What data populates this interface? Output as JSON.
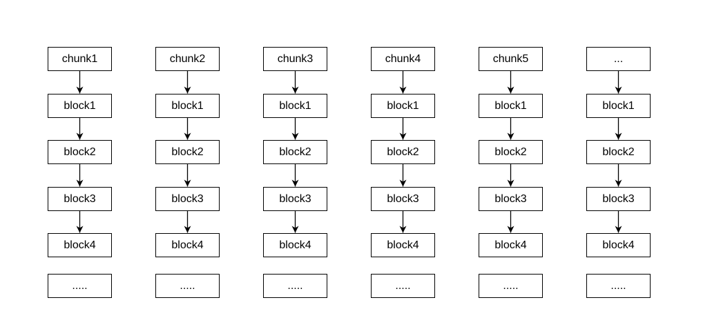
{
  "diagram": {
    "columns": [
      {
        "header": "chunk1",
        "blocks": [
          "block1",
          "block2",
          "block3",
          "block4"
        ],
        "tail": "....."
      },
      {
        "header": "chunk2",
        "blocks": [
          "block1",
          "block2",
          "block3",
          "block4"
        ],
        "tail": "....."
      },
      {
        "header": "chunk3",
        "blocks": [
          "block1",
          "block2",
          "block3",
          "block4"
        ],
        "tail": "....."
      },
      {
        "header": "chunk4",
        "blocks": [
          "block1",
          "block2",
          "block3",
          "block4"
        ],
        "tail": "....."
      },
      {
        "header": "chunk5",
        "blocks": [
          "block1",
          "block2",
          "block3",
          "block4"
        ],
        "tail": "....."
      },
      {
        "header": "...",
        "blocks": [
          "block1",
          "block2",
          "block3",
          "block4"
        ],
        "tail": "....."
      }
    ],
    "colors": {
      "stroke": "#000000",
      "fill": "#ffffff",
      "text": "#000000"
    }
  }
}
